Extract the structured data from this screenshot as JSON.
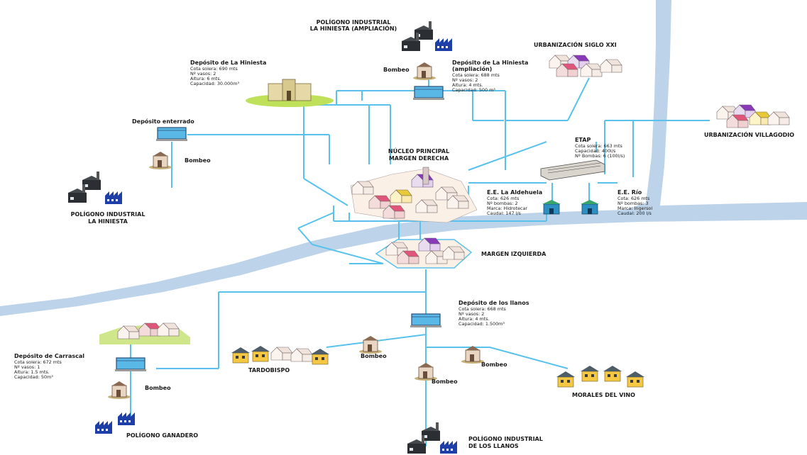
{
  "labels": {
    "pol_hiniesta_amp_l1": "POLÍGONO INDUSTRIAL",
    "pol_hiniesta_amp_l2": "LA HINIESTA (AMPLIACIÓN)",
    "urb_siglo": "URBANIZACIÓN SIGLO XXI",
    "urb_villagodio": "URBANIZACIÓN VILLAGODIO",
    "nucleo_l1": "NÚCLEO PRINCIPAL",
    "nucleo_l2": "MARGEN DERECHA",
    "margen_izq": "MARGEN IZQUIERDA",
    "pol_hiniesta_l1": "POLÍGONO INDUSTRIAL",
    "pol_hiniesta_l2": "LA HINIESTA",
    "tardobispo": "TARDOBISPO",
    "morales": "MORALES DEL VINO",
    "pol_ganadero": "POLÍGONO GANADERO",
    "pol_llanos_l1": "POLÍGONO INDUSTRIAL",
    "pol_llanos_l2": "DE LOS LLANOS",
    "dep_enterrado": "Depósito enterrado"
  },
  "pumps": {
    "bombeo_top": "Bombeo",
    "bombeo_left": "Bombeo",
    "bombeo_tardobispo": "Bombeo",
    "bombeo_llanos": "Bombeo",
    "bombeo_morales": "Bombeo",
    "bombeo_carrascal": "Bombeo"
  },
  "deposits": {
    "hiniesta": {
      "title": "Depósito de La Hiniesta",
      "cota": "Cota solera: 690 mts",
      "vasos": "Nº vasos: 2",
      "altura": "Altura: 6 mts.",
      "capacidad": "Capacidad: 30.000m³"
    },
    "hiniesta_amp": {
      "title1": "Depósito de La Hiniesta",
      "title2": "(ampliación)",
      "cota": "Cota solera: 688 mts",
      "vasos": "Nº vasos: 2",
      "altura": "Altura: 4 mts.",
      "capacidad": "Capacidad: 500 m³"
    },
    "llanos": {
      "title": "Depósito de los llanos",
      "cota": "Cota solera: 668 mts",
      "vasos": "Nº vasos: 2",
      "altura": "Altura: 4 mts.",
      "capacidad": "Capacidad: 1.500m³"
    },
    "carrascal": {
      "title": "Depósito de Carrascal",
      "cota": "Cota solera: 672 mts",
      "vasos": "Nº vasos: 1",
      "altura": "Altura: 1.5 mts.",
      "capacidad": "Capacidad: 50m³"
    }
  },
  "etap": {
    "title": "ETAP",
    "cota": "Cota solera: 663 mts",
    "capacidad": "Capacidad: 400l/s",
    "bombas": "Nº Bombas: 6 (100l/s)"
  },
  "ee_aldehuela": {
    "title": "E.E. La Aldehuela",
    "cota": "Cota: 626 mts",
    "bombas": "Nº bombas: 2",
    "marca": "Marca: Hidrotecar",
    "caudal": "Caudal: 147 l/s"
  },
  "ee_rio": {
    "title": "E.E. Río",
    "cota": "Cota: 626 mts",
    "bombas": "Nº bombas: 3",
    "marca": "Marca: Ingersol",
    "caudal": "Caudal: 200 l/s"
  },
  "colors": {
    "pipe": "#58c2ec",
    "river": "#bcd3ea",
    "tank": "#5ab8e6",
    "factory_dark": "#2b2f33",
    "factory_blue": "#1f3fa8"
  }
}
